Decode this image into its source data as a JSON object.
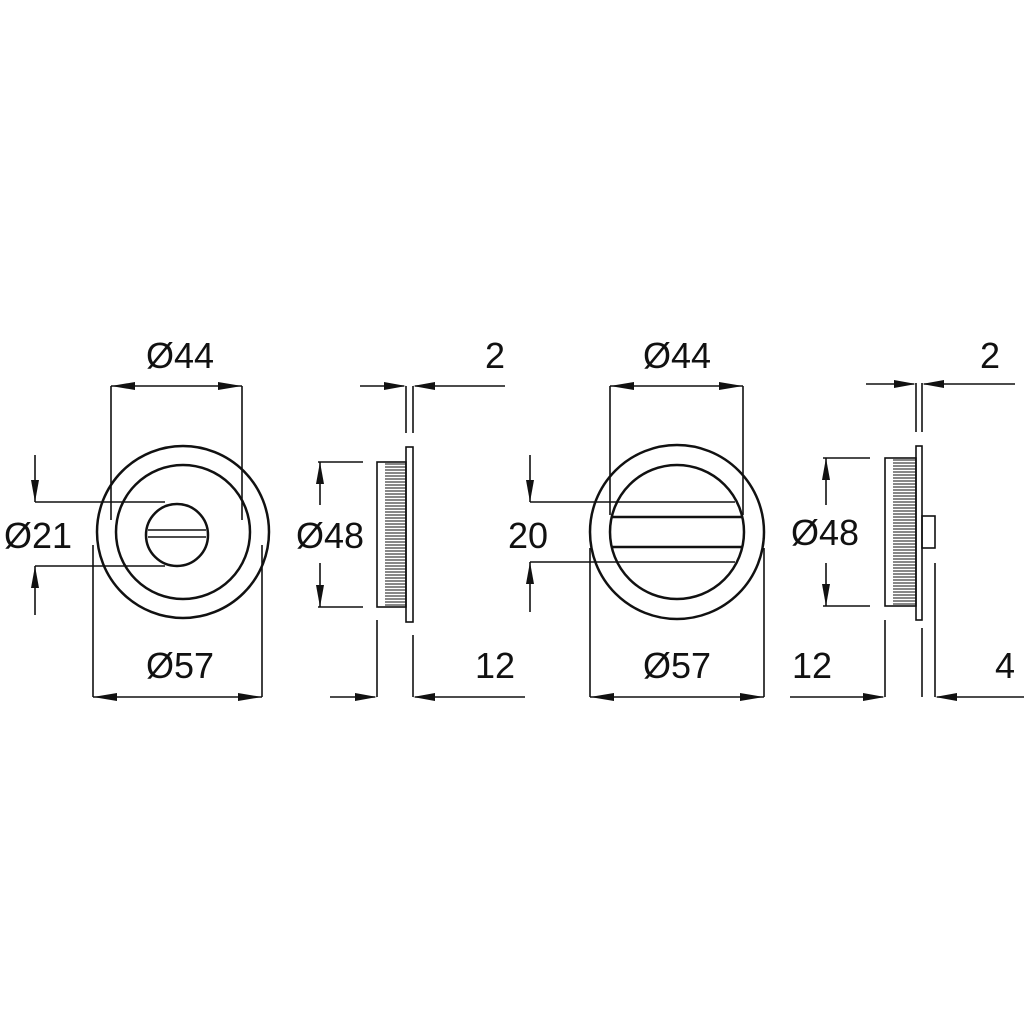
{
  "drawing": {
    "view1": {
      "dia_inner": "Ø44",
      "dia_knob": "Ø21",
      "dia_outer": "Ø57"
    },
    "side1": {
      "flange": "2",
      "dia_body": "Ø48",
      "depth": "12"
    },
    "view2": {
      "dia_inner": "Ø44",
      "bar_height": "20",
      "dia_outer": "Ø57"
    },
    "side2": {
      "flange": "2",
      "dia_body": "Ø48",
      "depth": "12",
      "knob": "4"
    },
    "colors": {
      "line": "#111111",
      "background": "#ffffff"
    }
  }
}
